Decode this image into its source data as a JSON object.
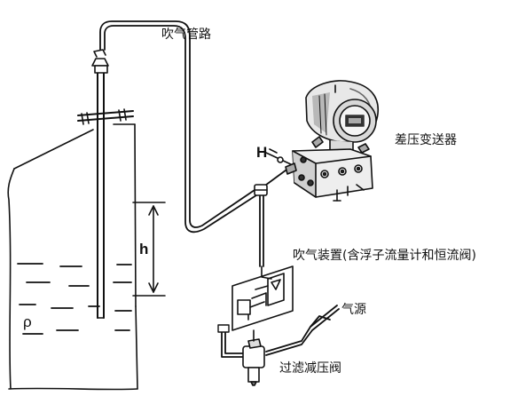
{
  "labels": {
    "blow_pipe": "吹气管路",
    "dp_transmitter": "差压变送器",
    "blow_device": "吹气装置(含浮子流量计和恒流阀)",
    "air_source": "气源",
    "filter_regulator": "过滤减压阀",
    "high_side": "H",
    "level_h": "h",
    "density": "ρ"
  },
  "colors": {
    "line": "#111111",
    "paper": "#ffffff",
    "metal_light": "#e4e4e4",
    "metal_dark": "#6d6d6d"
  },
  "icons": [
    "diaphragm-housing-icon",
    "display-cover-icon",
    "rotameter-icon",
    "regulator-icon"
  ]
}
